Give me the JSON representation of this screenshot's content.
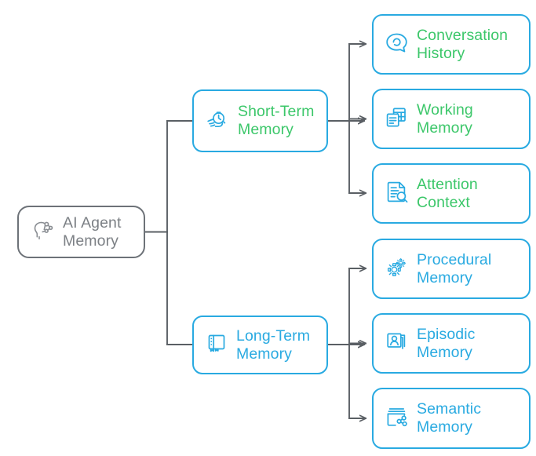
{
  "diagram": {
    "type": "tree",
    "orientation": "left-to-right",
    "background": "#ffffff",
    "colors": {
      "accent_blue": "#29aae1",
      "accent_green": "#3cc76a",
      "root_gray": "#7c8085",
      "connector_gray": "#5a5f64"
    },
    "root": {
      "label": "AI Agent\nMemory",
      "icon": "ai-brain-circuit-icon",
      "text_color": "#7c8085",
      "border_color": "#6d7278"
    },
    "branches": [
      {
        "id": "short-term",
        "label": "Short-Term\nMemory",
        "icon": "hand-stopwatch-icon",
        "text_color": "#3cc76a",
        "border_color": "#29aae1",
        "children": [
          {
            "id": "conversation-history",
            "label": "Conversation\nHistory",
            "icon": "speech-bubble-icon",
            "text_color": "#3cc76a",
            "border_color": "#29aae1"
          },
          {
            "id": "working-memory",
            "label": "Working\nMemory",
            "icon": "documents-grid-icon",
            "text_color": "#3cc76a",
            "border_color": "#29aae1"
          },
          {
            "id": "attention-context",
            "label": "Attention\nContext",
            "icon": "document-magnifier-icon",
            "text_color": "#3cc76a",
            "border_color": "#29aae1"
          }
        ]
      },
      {
        "id": "long-term",
        "label": "Long-Term\nMemory",
        "icon": "book-journal-icon",
        "text_color": "#29aae1",
        "border_color": "#29aae1",
        "children": [
          {
            "id": "procedural-memory",
            "label": "Procedural\nMemory",
            "icon": "gears-icon",
            "text_color": "#29aae1",
            "border_color": "#29aae1"
          },
          {
            "id": "episodic-memory",
            "label": "Episodic\nMemory",
            "icon": "photo-stack-icon",
            "text_color": "#29aae1",
            "border_color": "#29aae1"
          },
          {
            "id": "semantic-memory",
            "label": "Semantic\nMemory",
            "icon": "book-network-icon",
            "text_color": "#29aae1",
            "border_color": "#29aae1"
          }
        ]
      }
    ]
  }
}
